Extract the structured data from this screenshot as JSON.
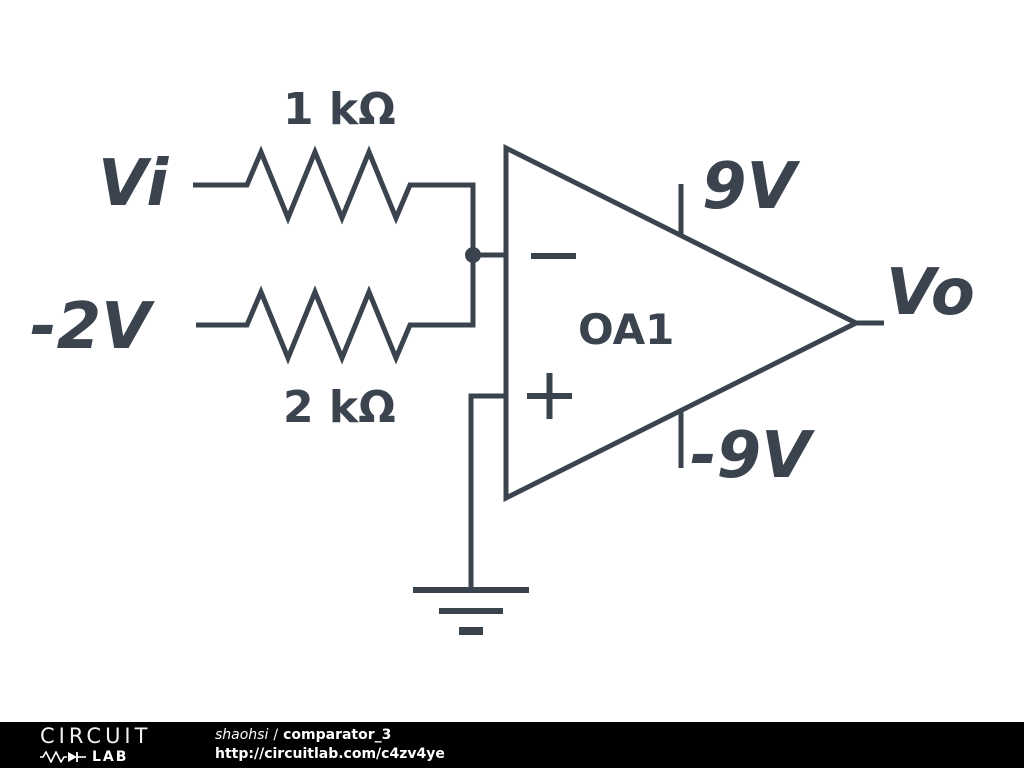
{
  "circuit": {
    "stroke_color": "#3a434e",
    "background_color": "#ffffff",
    "labels": {
      "vi": "Vi",
      "v2": "-2V",
      "r1": "1 kΩ",
      "r2": "2 kΩ",
      "opamp": "OA1",
      "vplus": "9V",
      "vminus": "-9V",
      "vo": "Vo"
    },
    "icons": {
      "inverting_input": "minus-icon",
      "noninverting_input": "plus-icon",
      "ground": "ground-icon",
      "r1_symbol": "resistor-zigzag-icon",
      "r2_symbol": "resistor-zigzag-icon",
      "opamp_symbol": "opamp-triangle-icon"
    }
  },
  "footer": {
    "bar_color": "#000000",
    "logo_line1": "CIRCUIT",
    "logo_line2": "LAB",
    "author": "shaohsi",
    "separator": "/",
    "title": "comparator_3",
    "url": "http://circuitlab.com/c4zv4ye"
  }
}
